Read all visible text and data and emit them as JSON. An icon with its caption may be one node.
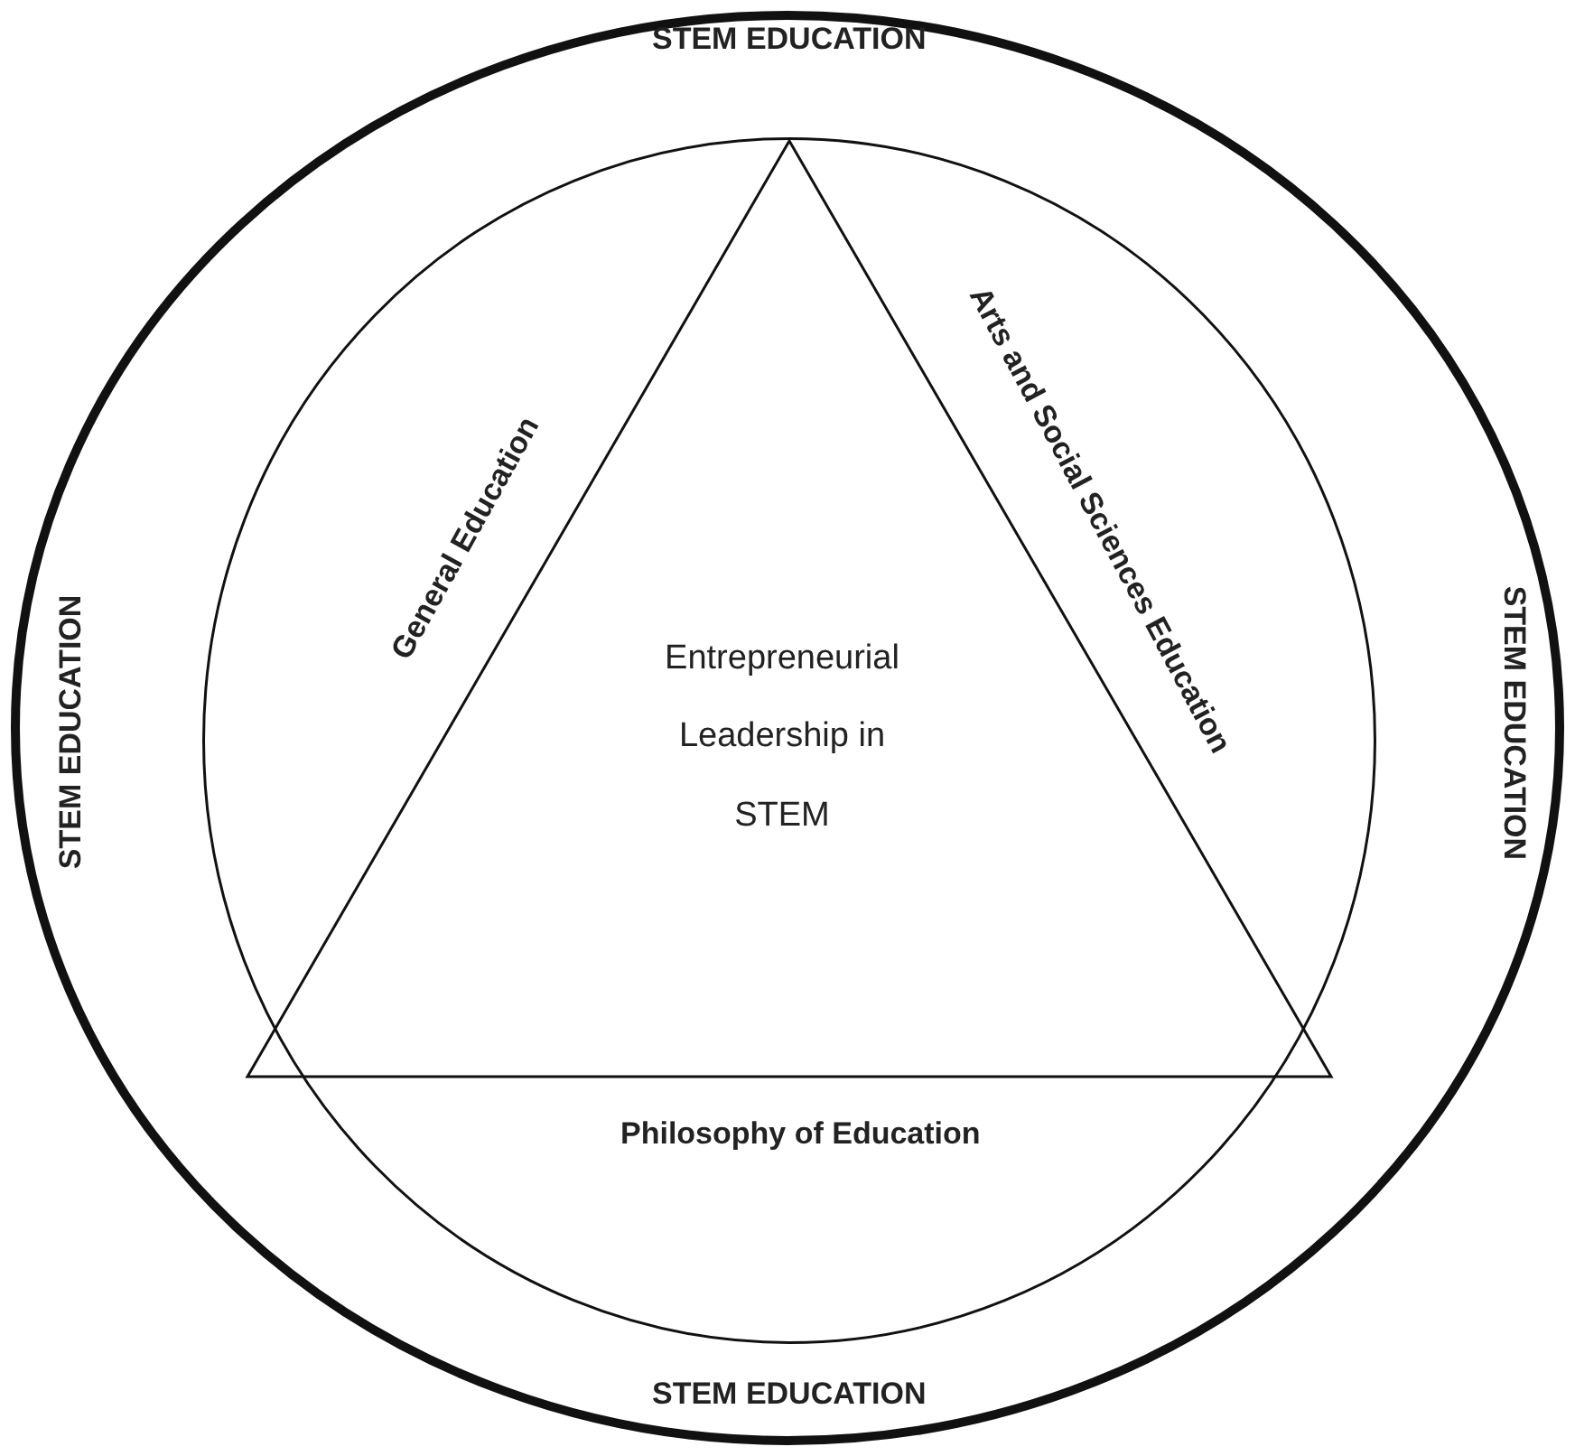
{
  "diagram": {
    "nodes": [
      {
        "text": [
          "STEM EDUCATION",
          "STEM EDUCATION",
          "STEM EDUCATION",
          "STEM EDUCATION"
        ]
      },
      {
        "text": [
          "General Education",
          "Arts and Social Sciences Education",
          "Philosophy of Education"
        ],
        "in": 0
      },
      {
        "text": [
          "Entrepreneurial Leadership in STEM"
        ],
        "in": 1
      }
    ],
    "edges": []
  }
}
